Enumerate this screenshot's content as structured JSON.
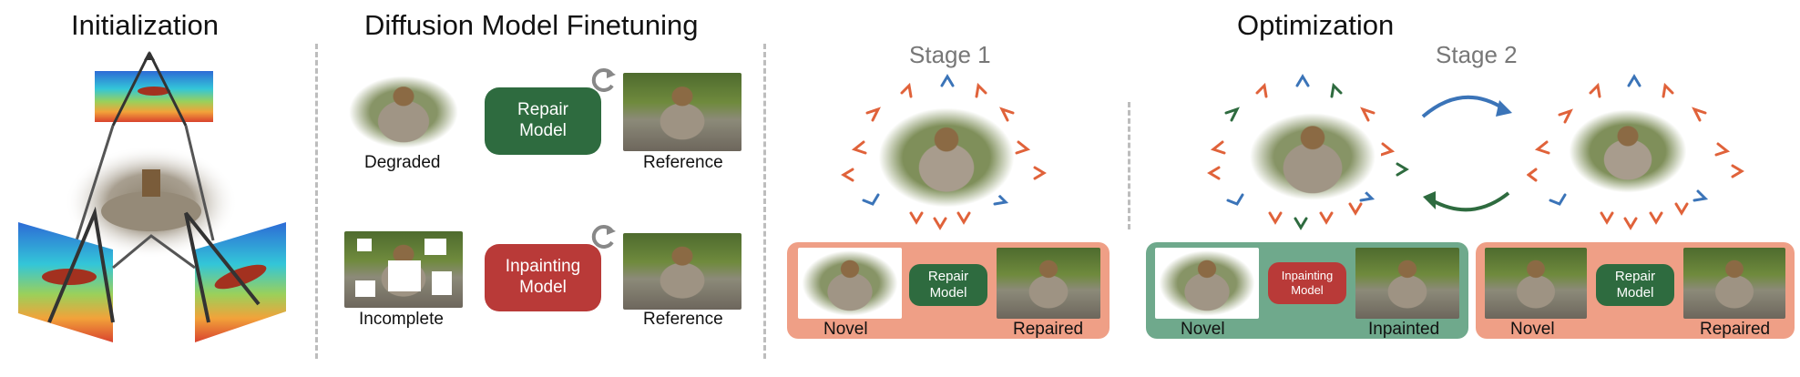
{
  "sections": {
    "initialization": "Initialization",
    "finetuning": "Diffusion Model Finetuning",
    "optimization": "Optimization"
  },
  "stages": {
    "stage1": "Stage 1",
    "stage2": "Stage 2"
  },
  "finetune": {
    "repair_input": "Degraded",
    "repair_model": [
      "Repair",
      "Model"
    ],
    "repair_ref": "Reference",
    "inpaint_input": "Incomplete",
    "inpaint_model": [
      "Inpainting",
      "Model"
    ],
    "inpaint_ref": "Reference"
  },
  "stage1_panel": {
    "input": "Novel",
    "model": [
      "Repair",
      "Model"
    ],
    "output": "Repaired"
  },
  "stage2_panel_a": {
    "input": "Novel",
    "model": [
      "Inpainting",
      "Model"
    ],
    "output": "Inpainted"
  },
  "stage2_panel_b": {
    "input": "Novel",
    "model": [
      "Repair",
      "Model"
    ],
    "output": "Repaired"
  },
  "colors": {
    "orange": "#e0623a",
    "blue": "#3b74b8",
    "green": "#2e6b3f",
    "red": "#b93a38",
    "salmon": "#ef9f86",
    "teal": "#6fa98c"
  }
}
